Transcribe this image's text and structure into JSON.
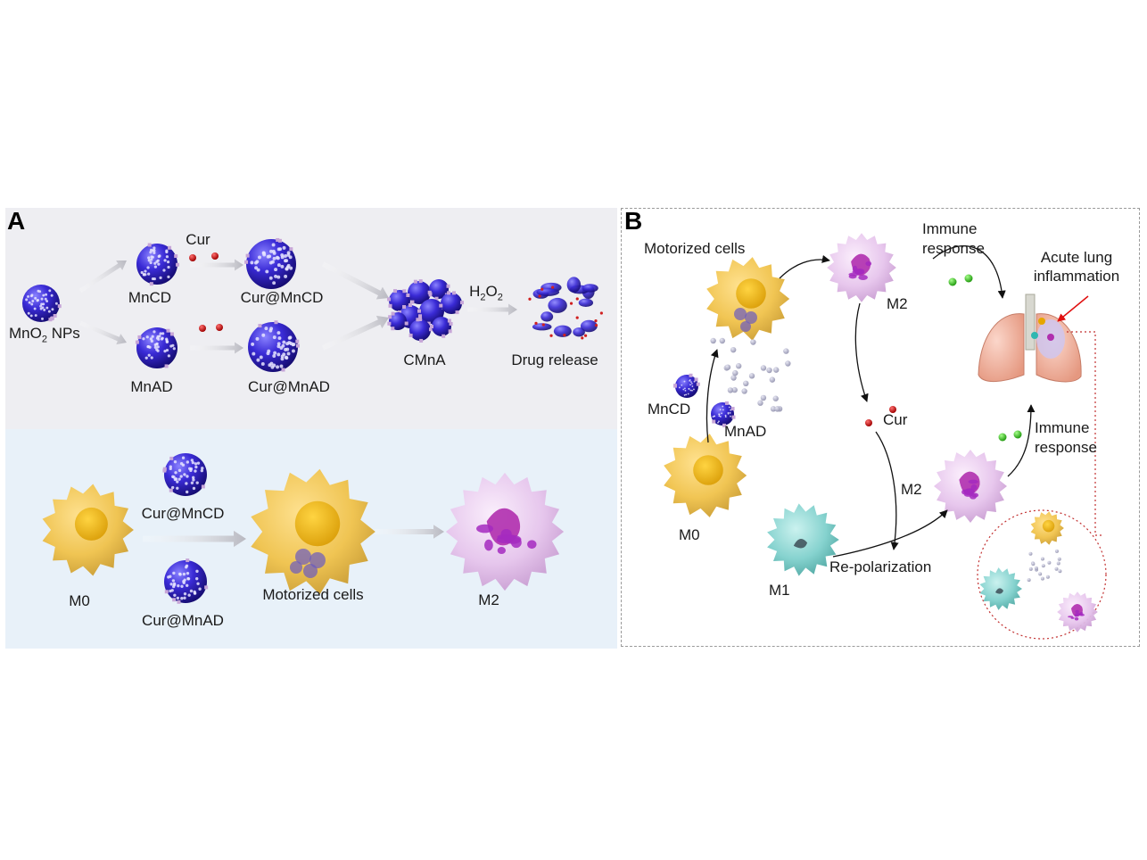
{
  "panel_a": {
    "letter": "A",
    "labels": {
      "mno2": "MnO",
      "mno2_sub": "2",
      "mno2_tail": " NPs",
      "mncd": "MnCD",
      "mnad": "MnAD",
      "cur": "Cur",
      "cur_mncd": "Cur@MnCD",
      "cur_mnad": "Cur@MnAD",
      "cmna": "CMnA",
      "h2o2_h": "H",
      "h2o2_sub1": "2",
      "h2o2_o": "O",
      "h2o2_sub2": "2",
      "drug_release": "Drug release"
    },
    "bottom": {
      "m0": "M0",
      "cur_mncd": "Cur@MnCD",
      "cur_mnad": "Cur@MnAD",
      "motorized": "Motorized cells",
      "m2": "M2"
    }
  },
  "panel_b": {
    "letter": "B",
    "labels": {
      "motorized": "Motorized cells",
      "m2_top": "M2",
      "immune_top_1": "Immune",
      "immune_top_2": "response",
      "acute_1": "Acute lung",
      "acute_2": "inflammation",
      "mncd": "MnCD",
      "mnad": "MnAD",
      "cur": "Cur",
      "m0": "M0",
      "m2_mid": "M2",
      "immune_mid_1": "Immune",
      "immune_mid_2": "response",
      "m1": "M1",
      "repolarization": "Re-polarization"
    }
  },
  "colors": {
    "nanoparticle": "#3a2bd6",
    "nanoparticle_dark": "#1c1290",
    "m0_cell": "#f0c24a",
    "m0_nucleus": "#e8a800",
    "m2_cell": "#e6c4ec",
    "m2_nucleus": "#b02fae",
    "m1_cell": "#7fd0cc",
    "curcumin": "#cc1010",
    "cytokine": "#3fbf2a",
    "lung": "#f2b4a2",
    "arrow_grey": "#c9c9cf"
  }
}
